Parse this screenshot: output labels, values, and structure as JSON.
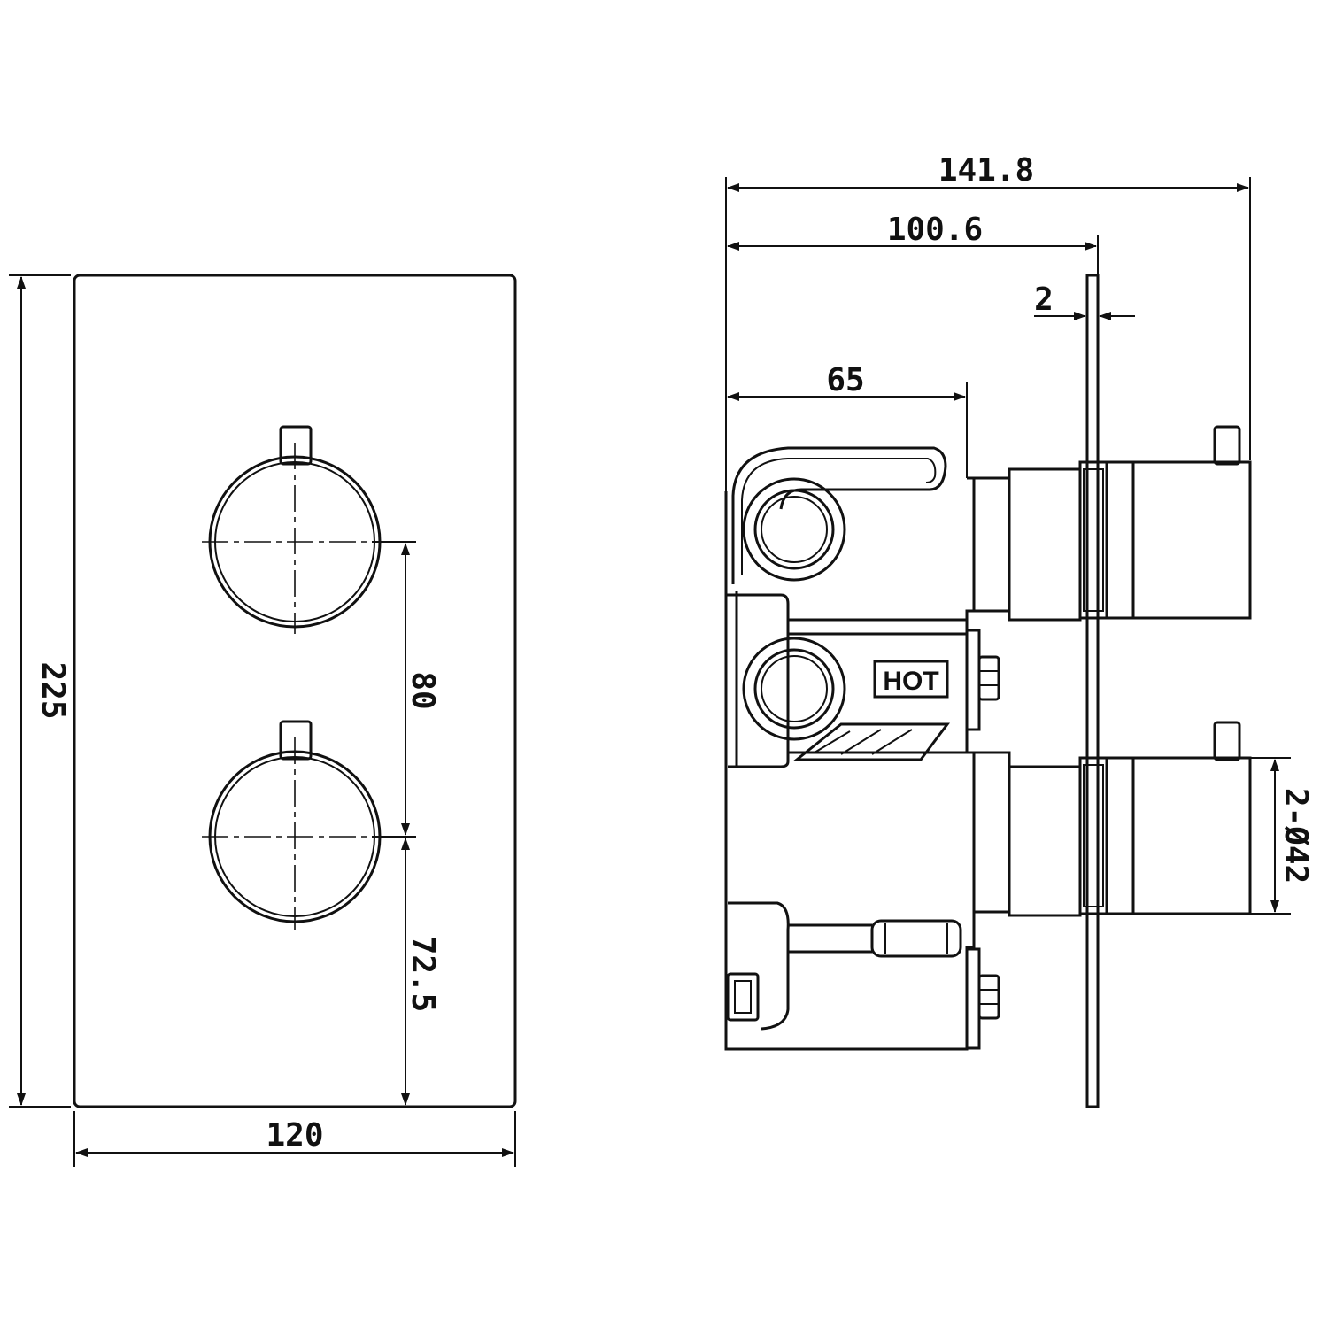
{
  "dimensions": {
    "front_height": "225",
    "front_width": "120",
    "spacing_between_handles": "80",
    "lower_handle_to_bottom": "72.5",
    "side_total_depth": "141.8",
    "side_to_plate": "100.6",
    "plate_thickness": "2",
    "body_depth": "65",
    "handle_diameter": "2-Ø42"
  },
  "labels": {
    "inlet": "HOT"
  },
  "colors": {
    "line": "#111111",
    "background": "#ffffff"
  }
}
